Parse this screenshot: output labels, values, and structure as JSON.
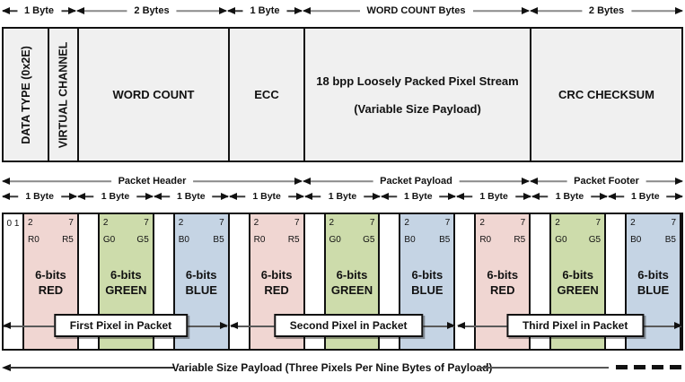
{
  "colors": {
    "red_cell": "#f0d6d2",
    "green_cell": "#cddcab",
    "blue_cell": "#c5d4e4",
    "header_fill": "#f0f0f0",
    "border": "#111111",
    "arrow_line_gray": "#8a8a8a"
  },
  "top_arrows": [
    {
      "label": "1 Byte"
    },
    {
      "label": "2 Bytes"
    },
    {
      "label": "1 Byte"
    },
    {
      "label": "WORD COUNT Bytes"
    },
    {
      "label": "2 Bytes"
    }
  ],
  "packet_fields": {
    "data_type": "DATA TYPE (0x2E)",
    "virtual_channel": "VIRTUAL CHANNEL",
    "word_count": "WORD COUNT",
    "ecc": "ECC",
    "payload_line1": "18 bpp Loosely Packed Pixel Stream",
    "payload_line2": "(Variable Size Payload)",
    "crc": "CRC CHECKSUM"
  },
  "section_arrows": [
    {
      "label": "Packet Header"
    },
    {
      "label": "Packet Payload"
    },
    {
      "label": "Packet Footer"
    }
  ],
  "payload_byte_arrows": [
    {
      "label": "1 Byte"
    },
    {
      "label": "1 Byte"
    },
    {
      "label": "1 Byte"
    },
    {
      "label": "1 Byte"
    },
    {
      "label": "1 Byte"
    },
    {
      "label": "1 Byte"
    },
    {
      "label": "1 Byte"
    },
    {
      "label": "1 Byte"
    },
    {
      "label": "1 Byte"
    }
  ],
  "pixel_bytes": [
    {
      "prefix": "0 1",
      "bit_lo": "2",
      "bit_hi": "7",
      "sig_lo": "R0",
      "sig_hi": "R5",
      "name1": "6-bits",
      "name2": "RED",
      "color": "red"
    },
    {
      "prefix": "",
      "bit_lo": "2",
      "bit_hi": "7",
      "sig_lo": "G0",
      "sig_hi": "G5",
      "name1": "6-bits",
      "name2": "GREEN",
      "color": "green"
    },
    {
      "prefix": "",
      "bit_lo": "2",
      "bit_hi": "7",
      "sig_lo": "B0",
      "sig_hi": "B5",
      "name1": "6-bits",
      "name2": "BLUE",
      "color": "blue"
    },
    {
      "prefix": "",
      "bit_lo": "2",
      "bit_hi": "7",
      "sig_lo": "R0",
      "sig_hi": "R5",
      "name1": "6-bits",
      "name2": "RED",
      "color": "red"
    },
    {
      "prefix": "",
      "bit_lo": "2",
      "bit_hi": "7",
      "sig_lo": "G0",
      "sig_hi": "G5",
      "name1": "6-bits",
      "name2": "GREEN",
      "color": "green"
    },
    {
      "prefix": "",
      "bit_lo": "2",
      "bit_hi": "7",
      "sig_lo": "B0",
      "sig_hi": "B5",
      "name1": "6-bits",
      "name2": "BLUE",
      "color": "blue"
    },
    {
      "prefix": "",
      "bit_lo": "2",
      "bit_hi": "7",
      "sig_lo": "R0",
      "sig_hi": "R5",
      "name1": "6-bits",
      "name2": "RED",
      "color": "red"
    },
    {
      "prefix": "",
      "bit_lo": "2",
      "bit_hi": "7",
      "sig_lo": "G0",
      "sig_hi": "G5",
      "name1": "6-bits",
      "name2": "GREEN",
      "color": "green"
    },
    {
      "prefix": "",
      "bit_lo": "2",
      "bit_hi": "7",
      "sig_lo": "B0",
      "sig_hi": "B5",
      "name1": "6-bits",
      "name2": "BLUE",
      "color": "blue"
    }
  ],
  "pixel_groups": [
    {
      "label": "First Pixel in Packet"
    },
    {
      "label": "Second Pixel in Packet"
    },
    {
      "label": "Third Pixel in Packet"
    }
  ],
  "footer_label": "Variable Size Payload (Three Pixels Per Nine Bytes of Payload)"
}
